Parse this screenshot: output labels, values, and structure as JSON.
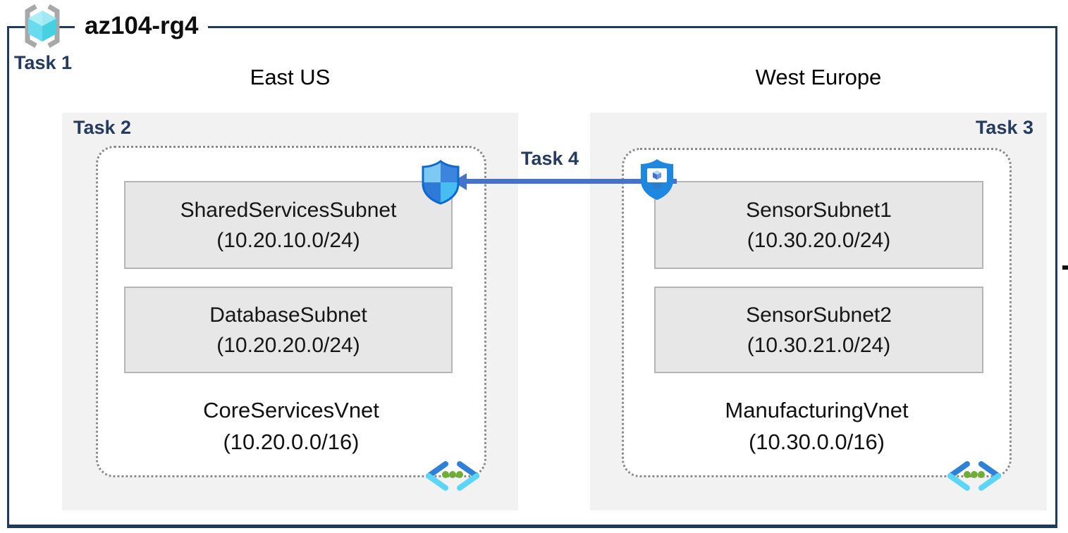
{
  "diagram": {
    "resource_group_title": "az104-rg4",
    "task1_label": "Task 1",
    "task4_label": "Task 4"
  },
  "regions": [
    {
      "name": "East US",
      "task_label": "Task 2",
      "vnet_name": "CoreServicesVnet",
      "vnet_cidr": "(10.20.0.0/16)",
      "subnets": [
        {
          "name": "SharedServicesSubnet",
          "cidr": "(10.20.10.0/24)"
        },
        {
          "name": "DatabaseSubnet",
          "cidr": "(10.20.20.0/24)"
        }
      ]
    },
    {
      "name": "West Europe",
      "task_label": "Task 3",
      "vnet_name": "ManufacturingVnet",
      "vnet_cidr": "(10.30.0.0/16)",
      "subnets": [
        {
          "name": "SensorSubnet1",
          "cidr": "(10.30.20.0/24)"
        },
        {
          "name": "SensorSubnet2",
          "cidr": "(10.30.21.0/24)"
        }
      ]
    }
  ],
  "icons": {
    "resource_group": "resource-group-icon",
    "network_security_group": "nsg-shield-icon",
    "bastion": "bastion-shield-monitor-icon",
    "virtual_network": "virtual-network-icon"
  },
  "colors": {
    "outer_border": "#1e3a5f",
    "task_label": "#243a5e",
    "region_fill": "#f2f2f2",
    "subnet_fill": "#e7e7e7",
    "subnet_border": "#b5b5b5",
    "dashed_border": "#8c8c8c",
    "arrow": "#4573c8",
    "rg_cube_cyan": "#46d0e2",
    "nsg_border_blue": "#0d68d2",
    "bastion_blue": "#1e88e0",
    "vnet_dot_green": "#6fae34"
  }
}
